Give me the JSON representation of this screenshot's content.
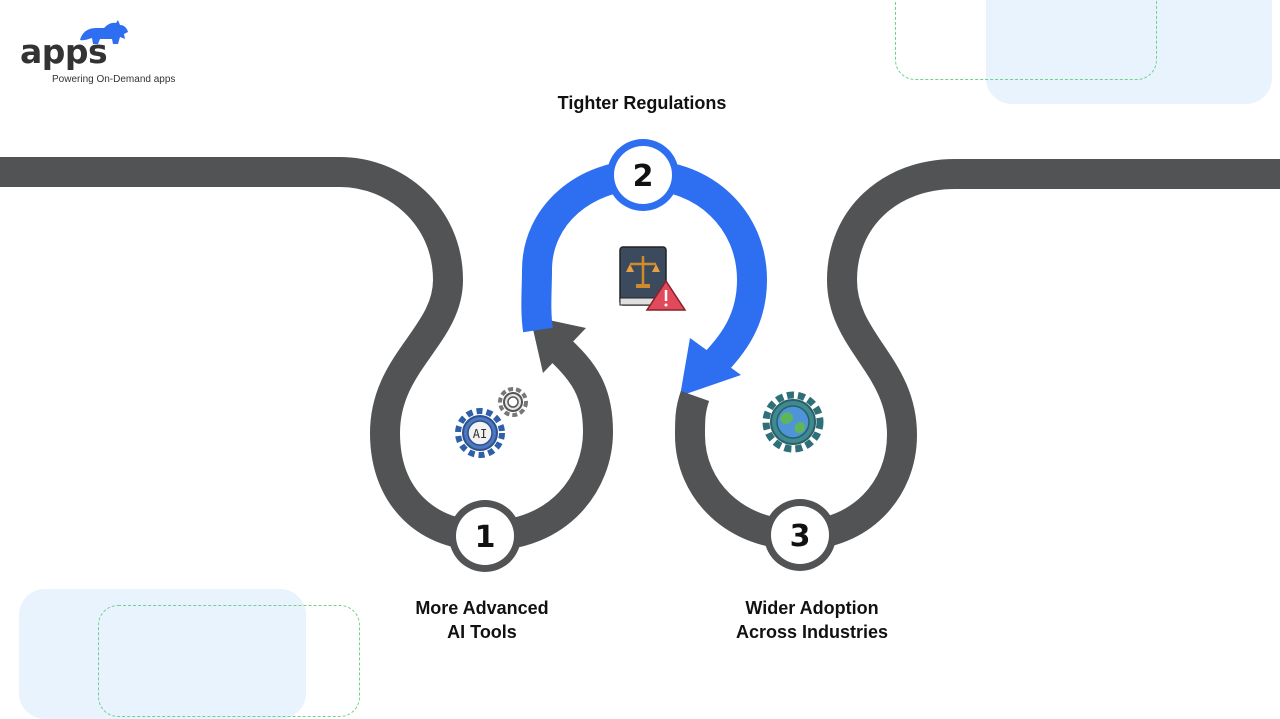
{
  "brand": {
    "name": "apps",
    "tagline": "Powering On-Demand apps",
    "logo_icon": "rhino-icon",
    "accent_color": "#2d6ff0"
  },
  "colors": {
    "road": "#515355",
    "active": "#2d6ff0",
    "node_fill": "#ffffff",
    "text": "#111111"
  },
  "steps": [
    {
      "number": "1",
      "title_lines": [
        "More Advanced",
        "AI Tools"
      ],
      "icon": "ai-gears-icon",
      "highlighted": false
    },
    {
      "number": "2",
      "title_lines": [
        "Tighter Regulations"
      ],
      "icon": "law-book-warning-icon",
      "highlighted": true
    },
    {
      "number": "3",
      "title_lines": [
        "Wider Adoption",
        "Across Industries"
      ],
      "icon": "globe-gear-icon",
      "highlighted": false
    }
  ]
}
